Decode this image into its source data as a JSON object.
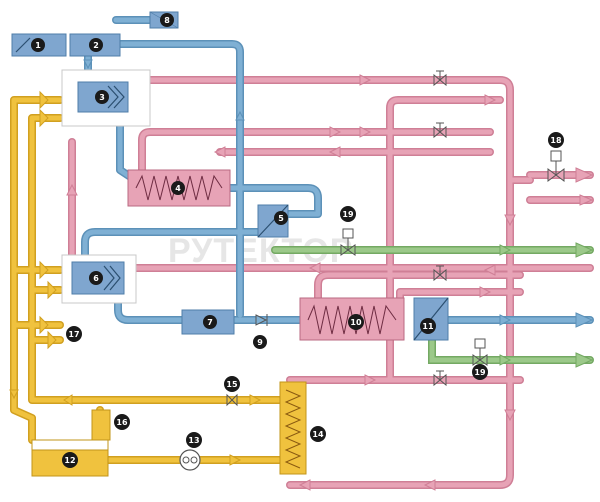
{
  "watermark": "РУТЕКТОР",
  "colors": {
    "blue_pipe": "#7fb0d4",
    "blue_pipe_edge": "#5c91b8",
    "pink_pipe": "#e7a3b6",
    "pink_pipe_edge": "#cf7f96",
    "yellow_pipe": "#f0c23e",
    "yellow_pipe_edge": "#d1a020",
    "green_pipe": "#9cc98a",
    "green_pipe_edge": "#74a963",
    "unit_box": "#7fa6cf",
    "heater_box": "#e7a3b6",
    "tank": "#f0c23e",
    "marker": "#1a1a1a"
  },
  "markers": [
    {
      "id": "m1",
      "label": "1"
    },
    {
      "id": "m2",
      "label": "2"
    },
    {
      "id": "m3",
      "label": "3"
    },
    {
      "id": "m4",
      "label": "4"
    },
    {
      "id": "m5",
      "label": "5"
    },
    {
      "id": "m6",
      "label": "6"
    },
    {
      "id": "m7",
      "label": "7"
    },
    {
      "id": "m8",
      "label": "8"
    },
    {
      "id": "m9",
      "label": "9"
    },
    {
      "id": "m10",
      "label": "10"
    },
    {
      "id": "m11",
      "label": "11"
    },
    {
      "id": "m12",
      "label": "12"
    },
    {
      "id": "m13",
      "label": "13"
    },
    {
      "id": "m14",
      "label": "14"
    },
    {
      "id": "m15",
      "label": "15"
    },
    {
      "id": "m16",
      "label": "16"
    },
    {
      "id": "m17",
      "label": "17"
    },
    {
      "id": "m18",
      "label": "18"
    },
    {
      "id": "m19a",
      "label": "19"
    },
    {
      "id": "m19b",
      "label": "19"
    }
  ]
}
